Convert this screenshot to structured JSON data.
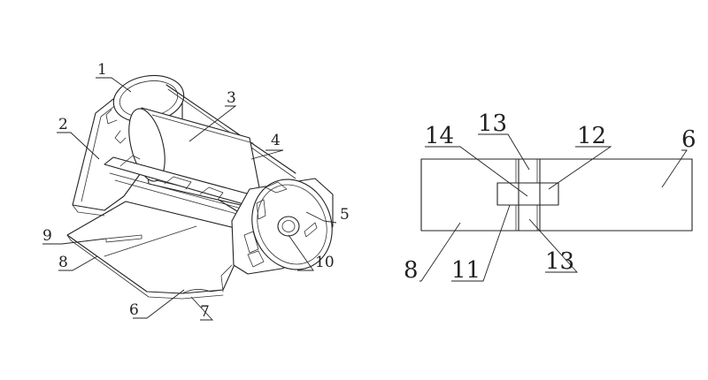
{
  "left_labels": {
    "l1": "1",
    "l2": "2",
    "l3": "3",
    "l4": "4",
    "l5": "5",
    "l6": "6",
    "l7": "7",
    "l8": "8",
    "l9": "9",
    "l10": "10"
  },
  "right_labels": {
    "r6": "6",
    "r8": "8",
    "r11": "11",
    "r12": "12",
    "r13a": "13",
    "r13b": "13",
    "r14": "14"
  }
}
